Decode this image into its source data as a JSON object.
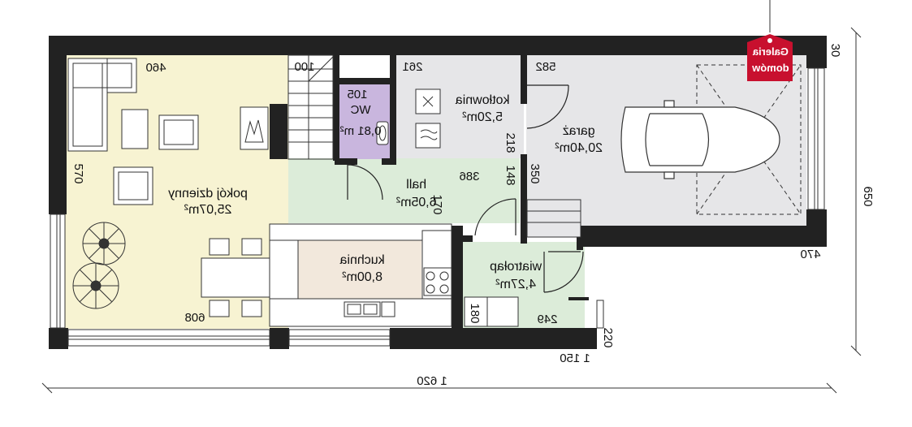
{
  "rooms": {
    "living": {
      "name": "pokój dzienny",
      "area": "25,07m²"
    },
    "kitchen": {
      "name": "kuchnia",
      "area": "8,00m²"
    },
    "wc": {
      "name": "WC",
      "area": "0,81 m²"
    },
    "boiler": {
      "name": "kotłownia",
      "area": "5,20m²"
    },
    "hall": {
      "name": "hall",
      "area": "6,05m²"
    },
    "garage": {
      "name": "garaż",
      "area": "20,40m²"
    },
    "windbreak": {
      "name": "wiatrołap",
      "area": "4,27m²"
    }
  },
  "dimensions": {
    "living_width": "460",
    "stair_width": "100",
    "wc_width": "105",
    "boiler_width": "261",
    "garage_width": "582",
    "boiler_height": "218",
    "living_height": "570",
    "hall_width": "386",
    "hall_height_a": "148",
    "hall_height_b": "170",
    "garage_door": "350",
    "dining_width": "608",
    "garage_bottom": "470",
    "windbreak_width": "249",
    "closet": "180",
    "right_bottom": "220",
    "entry_width": "1 150",
    "total_width": "1 620",
    "total_height": "650",
    "top_wall": "30"
  },
  "logo": {
    "line1": "Galeria",
    "line2": "domów",
    "color": "#c8102e"
  },
  "colors": {
    "wall": "#222222",
    "living": "#f7f3d2",
    "hall": "#dcecd9",
    "garage": "#e6e6e8",
    "kitchen": "#f2e8dc",
    "wc": "#c9b6de"
  }
}
